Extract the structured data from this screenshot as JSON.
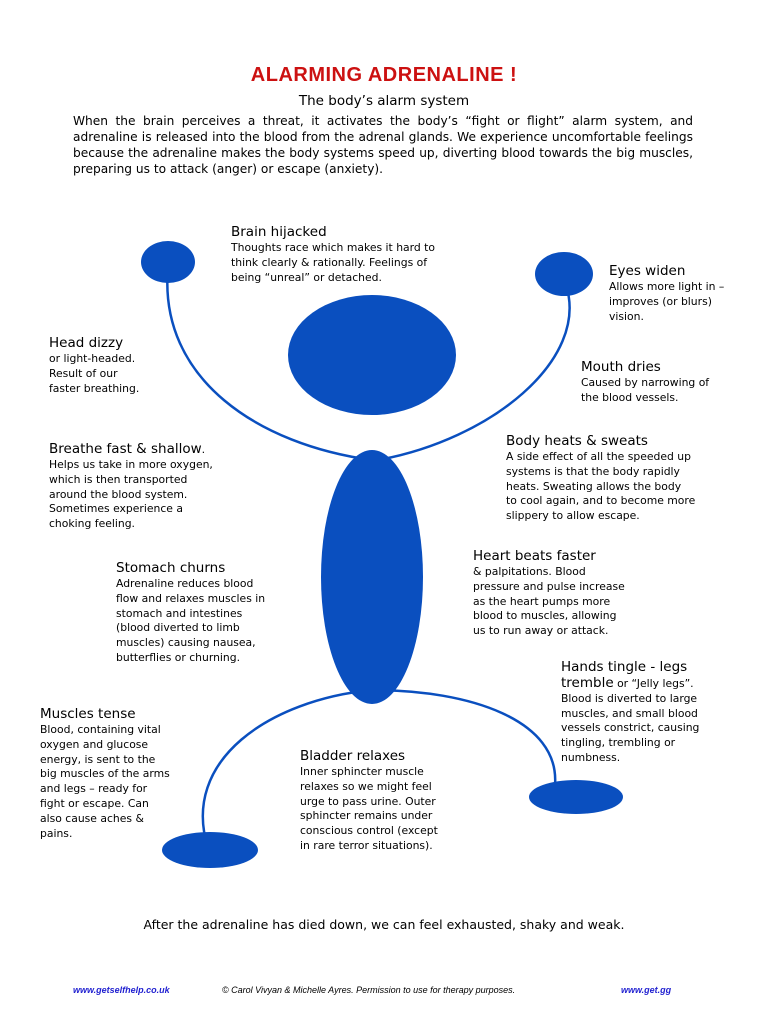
{
  "doc": {
    "title": "ALARMING ADRENALINE !",
    "subtitle": "The body’s alarm system",
    "intro": "When the brain perceives a threat, it activates the body’s “fight or flight” alarm system, and adrenaline is released into the blood from the adrenal glands.  We experience uncomfortable feelings because the adrenaline makes the body systems speed up, diverting blood towards the big muscles, preparing us to attack (anger) or escape (anxiety).",
    "footer": "After the adrenaline has died down, we can feel exhausted, shaky and weak."
  },
  "labels": {
    "brain": {
      "heading": "Brain hijacked",
      "lines": [
        "Thoughts race which makes it hard to",
        "think clearly & rationally.  Feelings of",
        "being “unreal” or detached."
      ]
    },
    "eyes": {
      "heading": "Eyes widen",
      "lines": [
        "Allows more light in –",
        "improves (or blurs)",
        "vision."
      ]
    },
    "head": {
      "heading": "Head dizzy",
      "lines": [
        "or light-headed.",
        "Result of our",
        "faster breathing."
      ]
    },
    "mouth": {
      "heading": "Mouth dries",
      "lines": [
        "Caused by narrowing of",
        "the blood vessels."
      ]
    },
    "breathe": {
      "heading": "Breathe fast & shallow",
      "suffix": ".",
      "lines": [
        "Helps us take in more oxygen,",
        "which is then transported",
        "around the blood system.",
        "Sometimes experience a",
        "choking feeling."
      ]
    },
    "heat": {
      "heading": "Body heats & sweats",
      "lines": [
        "A side effect of all the speeded up",
        "systems is that the body rapidly",
        "heats.  Sweating allows the body",
        "to cool again, and to become more",
        "slippery to allow escape."
      ]
    },
    "stomach": {
      "heading": "Stomach churns",
      "lines": [
        "Adrenaline reduces blood",
        "flow and relaxes muscles in",
        "stomach and intestines",
        "(blood diverted to limb",
        "muscles) causing nausea,",
        "butterflies or churning."
      ]
    },
    "heart": {
      "heading": "Heart beats faster",
      "lines": [
        "& palpitations.  Blood",
        "pressure and pulse increase",
        "as the heart pumps more",
        "blood to muscles, allowing",
        "us to run away or attack."
      ]
    },
    "hands": {
      "heading": "Hands tingle - legs",
      "heading2": "tremble",
      "heading2_tail": "  or “Jelly legs”.",
      "lines": [
        "Blood is diverted to large",
        "muscles, and small blood",
        "vessels constrict, causing",
        "tingling, trembling or",
        "numbness."
      ]
    },
    "muscles": {
      "heading": "Muscles tense",
      "lines": [
        "Blood, containing vital",
        "oxygen and glucose",
        "energy, is sent to the",
        "big muscles of the arms",
        "and legs – ready for",
        "fight or escape.  Can",
        "also cause aches &",
        "pains."
      ]
    },
    "bladder": {
      "heading": "Bladder relaxes",
      "lines": [
        "Inner sphincter muscle",
        "relaxes so we might feel",
        "urge to pass urine.  Outer",
        "sphincter remains under",
        "conscious control (except",
        "in rare terror situations)."
      ]
    }
  },
  "credits": {
    "left": "www.getselfhelp.co.uk",
    "center": "© Carol Vivyan & Michelle Ayres. Permission to use for therapy purposes.",
    "right": "www.get.gg"
  },
  "colors": {
    "title": "#cc1111",
    "figure": "#0a4fbf",
    "link": "#1f1fd0"
  }
}
